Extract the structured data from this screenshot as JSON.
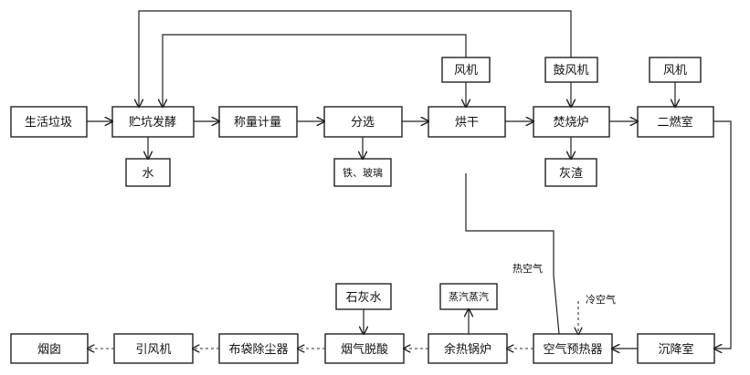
{
  "nodes": {
    "domestic_waste": "生活垃圾",
    "storage_pit": "贮坑发酵",
    "weighing": "称量计量",
    "sorting": "分选",
    "drying": "烘干",
    "incinerator": "焚烧炉",
    "secondary_chamber": "二燃室",
    "water": "水",
    "iron_glass": "铁、玻璃",
    "ash": "灰渣",
    "fan_drying": "风机",
    "blower_incinerator": "鼓风机",
    "fan_secondary": "风机",
    "chimney": "烟囱",
    "induced_fan": "引风机",
    "bag_filter": "布袋除尘器",
    "desulfurization": "烟气脱酸",
    "waste_heat_boiler": "余热锅炉",
    "air_preheater": "空气预热器",
    "settling_chamber": "沉降室",
    "lime_water": "石灰水",
    "steam": "蒸汽蒸汽"
  },
  "labels": {
    "hot_air": "热空气",
    "cold_air": "冷空气"
  }
}
